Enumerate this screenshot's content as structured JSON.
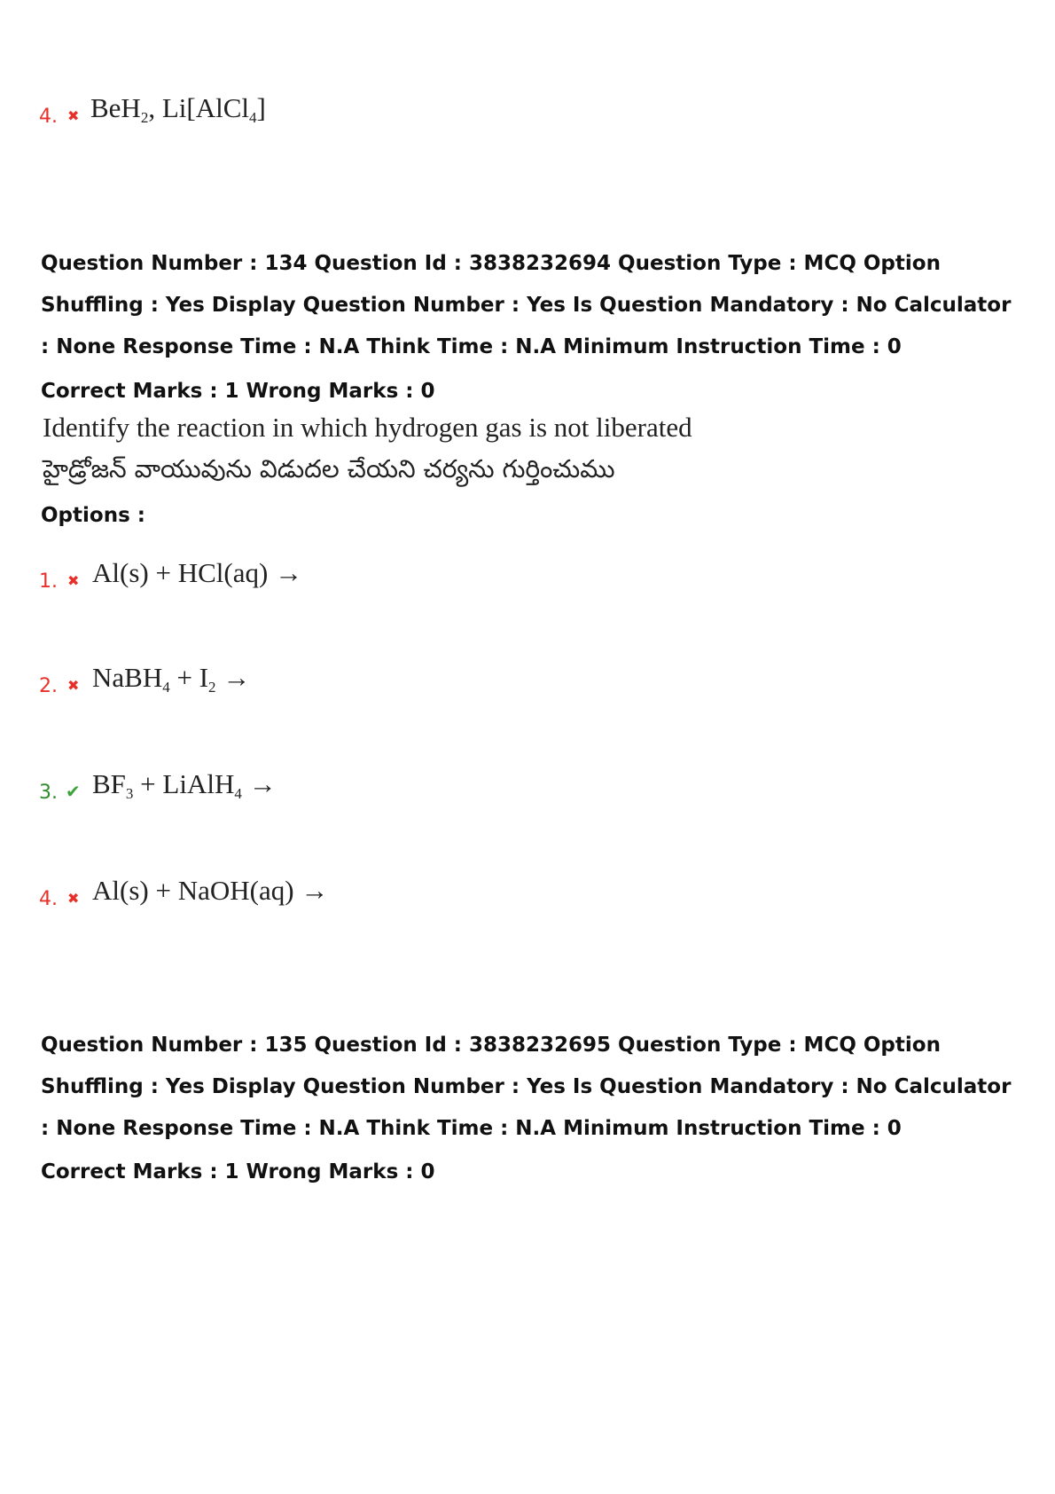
{
  "prev_option": {
    "number": "4.",
    "status": "wrong",
    "formula": [
      "BeH",
      "2",
      ", Li[AlCl",
      "4",
      "]"
    ]
  },
  "q134": {
    "meta": "Question Number : 134 Question Id : 3838232694 Question Type : MCQ Option Shuffling : Yes Display Question Number : Yes Is Question Mandatory : No Calculator : None Response Time : N.A Think Time : N.A Minimum Instruction Time : 0",
    "marks": "Correct Marks : 1 Wrong Marks : 0",
    "question_en": "Identify the reaction in which hydrogen gas is not liberated",
    "question_te": "హైడ్రోజన్ వాయువును విడుదల చేయని చర్యను గుర్తించుము",
    "options_label": "Options :",
    "options": [
      {
        "number": "1.",
        "status": "wrong",
        "formula": [
          "Al(s) + HCl(aq) →"
        ]
      },
      {
        "number": "2.",
        "status": "wrong",
        "formula": [
          "NaBH",
          "4",
          " + I",
          "2",
          " →"
        ]
      },
      {
        "number": "3.",
        "status": "correct",
        "formula": [
          "BF",
          "3",
          " + LiAlH",
          "4",
          " →"
        ]
      },
      {
        "number": "4.",
        "status": "wrong",
        "formula": [
          "Al(s) + NaOH(aq) →"
        ]
      }
    ]
  },
  "q135": {
    "meta": "Question Number : 135 Question Id : 3838232695 Question Type : MCQ Option Shuffling : Yes Display Question Number : Yes Is Question Mandatory : No Calculator : None Response Time : N.A Think Time : N.A Minimum Instruction Time : 0",
    "marks": "Correct Marks : 1 Wrong Marks : 0"
  },
  "icons": {
    "wrong": "cross-icon",
    "correct": "check-icon"
  },
  "colors": {
    "wrong": "#e8302a",
    "correct": "#2e8b2e"
  }
}
